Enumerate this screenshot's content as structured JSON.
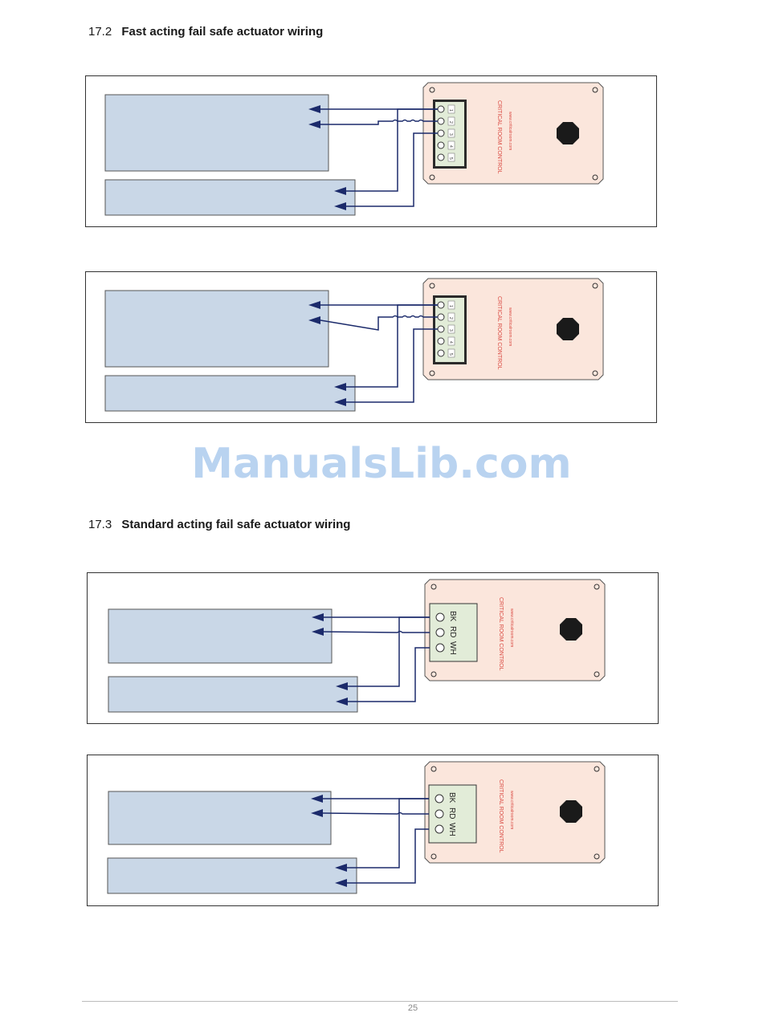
{
  "sections": [
    {
      "number": "17.2",
      "title": "Fast acting fail safe actuator wiring"
    },
    {
      "number": "17.3",
      "title": "Standard acting fail safe actuator wiring"
    }
  ],
  "device": {
    "brand_text": "CRITICAL ROOM CONTROL",
    "url_text": "www.criticalroom.com"
  },
  "fast_terminals": [
    "1",
    "2",
    "3",
    "4",
    "5"
  ],
  "standard_terminals": [
    "BK",
    "RD",
    "WH"
  ],
  "watermark": "ManualsLib.com",
  "page_number": "25",
  "colors": {
    "box_fill": "#c9d7e7",
    "panel_fill": "#fbe6dc",
    "terminal_fill": "#e2ecd8",
    "wire": "#1b2a6b",
    "brand_text": "#d9473f"
  }
}
